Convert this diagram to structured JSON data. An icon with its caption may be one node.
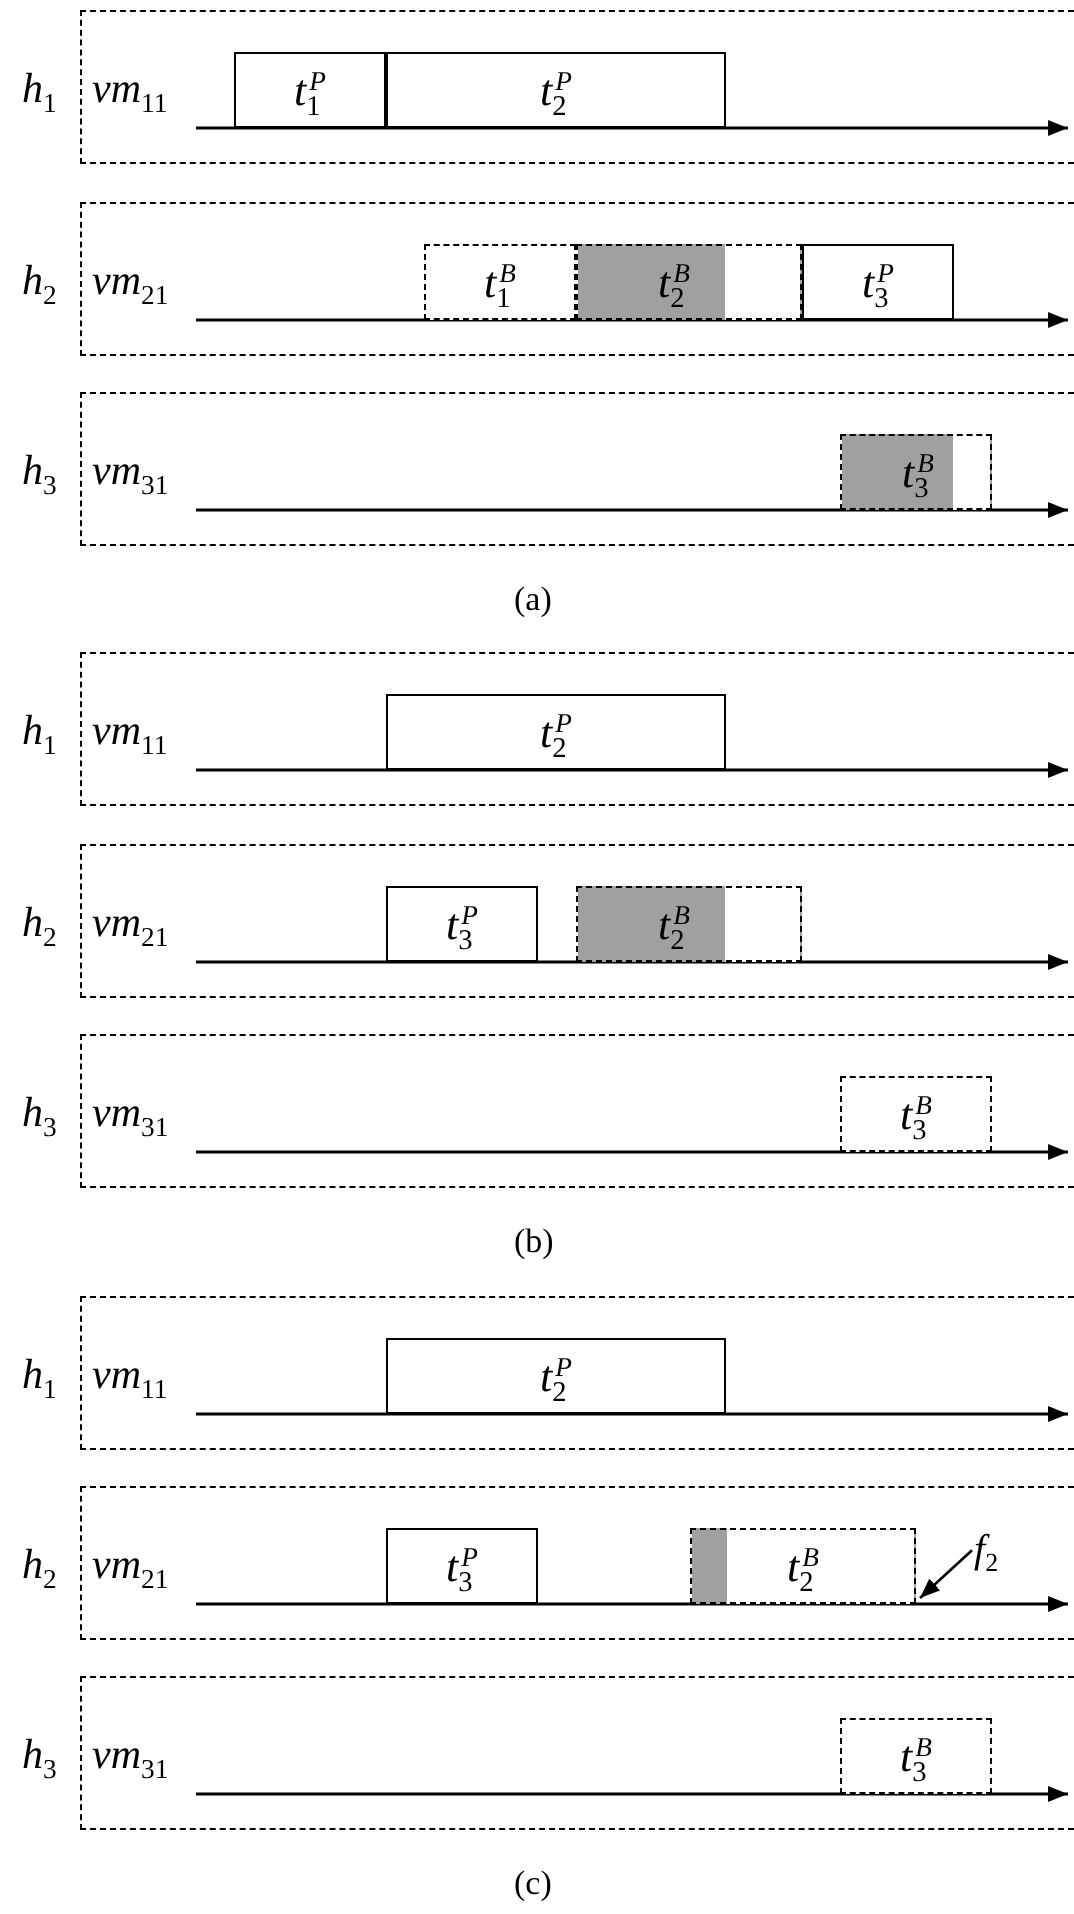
{
  "diagram": {
    "nodes": [
      {
        "text": [
          "h$_{1}$",
          "vm$_{11}$"
        ]
      },
      {
        "text": [
          "t$_{1}$$^{P}$"
        ],
        "in": 0
      },
      {
        "text": [
          "t$_{2}$$^{P}$"
        ],
        "in": 0
      },
      {
        "text": [
          "h$_{2}$",
          "vm$_{21}$"
        ]
      },
      {
        "text": [
          "t$_{1}$$^{B}$"
        ],
        "in": 3
      },
      {
        "text": [
          "t$_{2}$$^{B}$"
        ],
        "in": 3
      },
      {
        "text": [
          "t$_{3}$$^{P}$"
        ],
        "in": 3
      },
      {
        "text": [
          "h$_{3}$",
          "vm$_{31}$"
        ]
      },
      {
        "text": [
          "t$_{3}$$^{B}$"
        ],
        "in": 7
      },
      {
        "text": [
          "h$_{1}$",
          "vm$_{11}$"
        ]
      },
      {
        "text": [
          "t$_{2}$$^{P}$"
        ],
        "in": 9
      },
      {
        "text": [
          "h$_{2}$",
          "vm$_{21}$"
        ]
      },
      {
        "text": [
          "t$_{3}$$^{P}$"
        ],
        "in": 11
      },
      {
        "text": [
          "t$_{2}$$^{B}$"
        ],
        "in": 11
      },
      {
        "text": [
          "h$_{3}$",
          "vm$_{31}$"
        ]
      },
      {
        "text": [
          "t$_{3}$$^{B}$"
        ],
        "in": 14
      },
      {
        "text": [
          "h$_{1}$",
          "vm$_{11}$"
        ]
      },
      {
        "text": [
          "t$_{2}$$^{P}$"
        ],
        "in": 16
      },
      {
        "text": [
          "h$_{2}$",
          "vm$_{21}$"
        ]
      },
      {
        "text": [
          "t$_{3}$$^{P}$"
        ],
        "in": 18
      },
      {
        "text": [
          "t$_{2}$$^{B}$"
        ],
        "in": 18
      },
      {
        "text": [
          "f$_{2}$"
        ],
        "in": 18
      },
      {
        "text": [
          "h$_{3}$",
          "vm$_{31}$"
        ]
      },
      {
        "text": [
          "t$_{3}$$^{B}$"
        ],
        "in": 22
      }
    ],
    "edges": [
      {
        "from": 21,
        "to": 20,
        "arrow": "to"
      }
    ],
    "labels": [
      "(a)",
      "(b)",
      "(c)"
    ]
  }
}
